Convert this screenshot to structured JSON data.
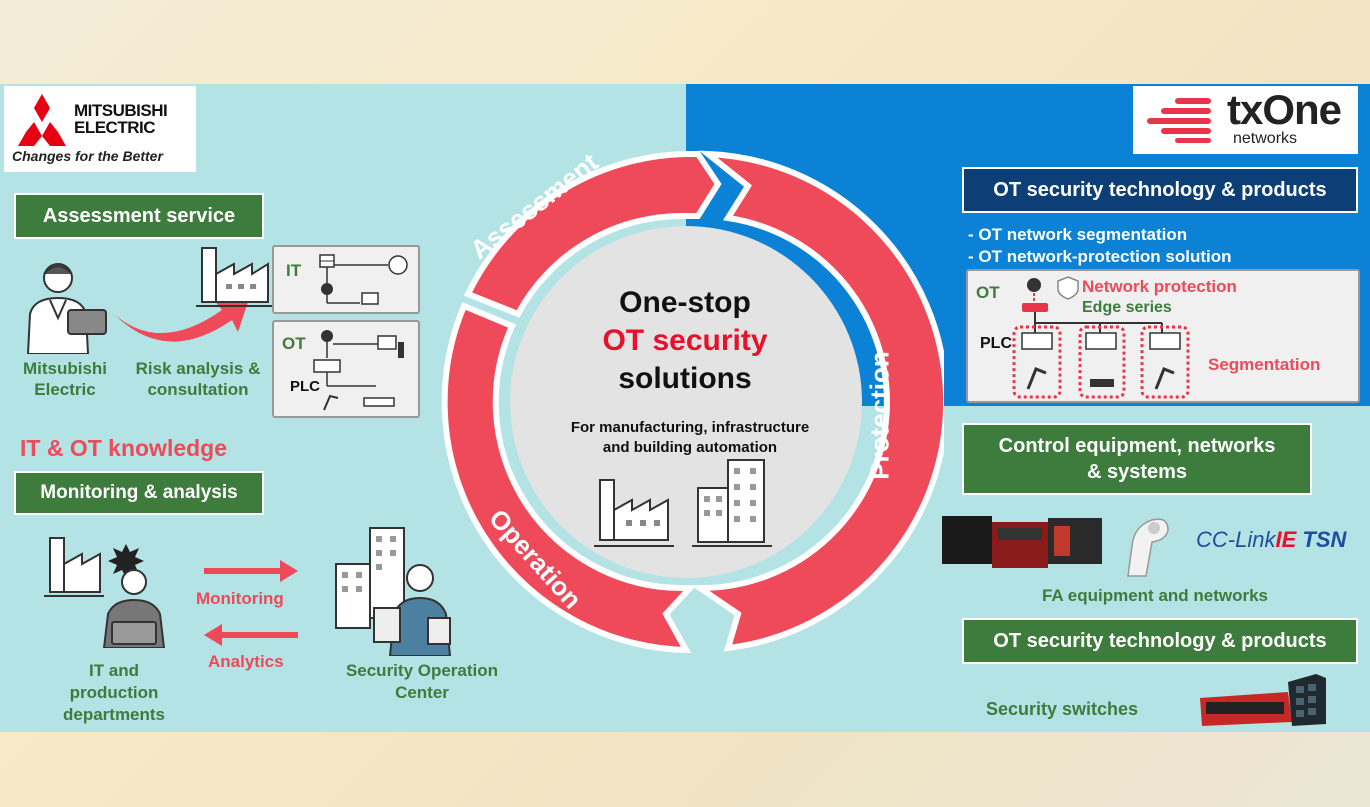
{
  "logos": {
    "mitsubishi_line1": "MITSUBISHI",
    "mitsubishi_line2": "ELECTRIC",
    "mitsubishi_slogan": "Changes for the Better",
    "txone_main": "txOne",
    "txone_sub": "networks"
  },
  "ring": {
    "assessment": "Assessment",
    "protection": "Protection",
    "operation": "Operation",
    "center_line1": "One-stop",
    "center_line2": "OT security",
    "center_line3": "solutions",
    "center_sub1": "For manufacturing, infrastructure",
    "center_sub2": "and building automation"
  },
  "left": {
    "assessment_title": "Assessment service",
    "mitsubishi_label1": "Mitsubishi",
    "mitsubishi_label2": "Electric",
    "risk_label1": "Risk analysis &",
    "risk_label2": "consultation",
    "it_label": "IT",
    "ot_label": "OT",
    "plc_label": "PLC",
    "knowledge": "IT & OT knowledge",
    "monitoring_title": "Monitoring & analysis",
    "monitoring_label": "Monitoring",
    "analytics_label": "Analytics",
    "dept_line1": "IT and",
    "dept_line2": "production",
    "dept_line3": "departments",
    "soc_line1": "Security Operation",
    "soc_line2": "Center"
  },
  "right": {
    "tech_title": "OT security technology & products",
    "bullet1": "-  OT network segmentation",
    "bullet2": "-  OT network-protection solution",
    "ot_label": "OT",
    "plc_label": "PLC",
    "netprot_label": "Network protection",
    "edge_label": "Edge series",
    "segmentation_label": "Segmentation",
    "control_title1": "Control equipment, networks",
    "control_title2": "& systems",
    "cclink_a": "CC-Link",
    "cclink_b": "IE",
    "cclink_c": "TSN",
    "fa_label": "FA equipment and networks",
    "tech_title2": "OT security technology & products",
    "switches_label": "Security switches"
  },
  "colors": {
    "accent_red": "#ee4a5a",
    "green": "#3d7c3d",
    "navy": "#0d3e75",
    "blue": "#0b82d6",
    "teal": "#b3e3e4"
  }
}
